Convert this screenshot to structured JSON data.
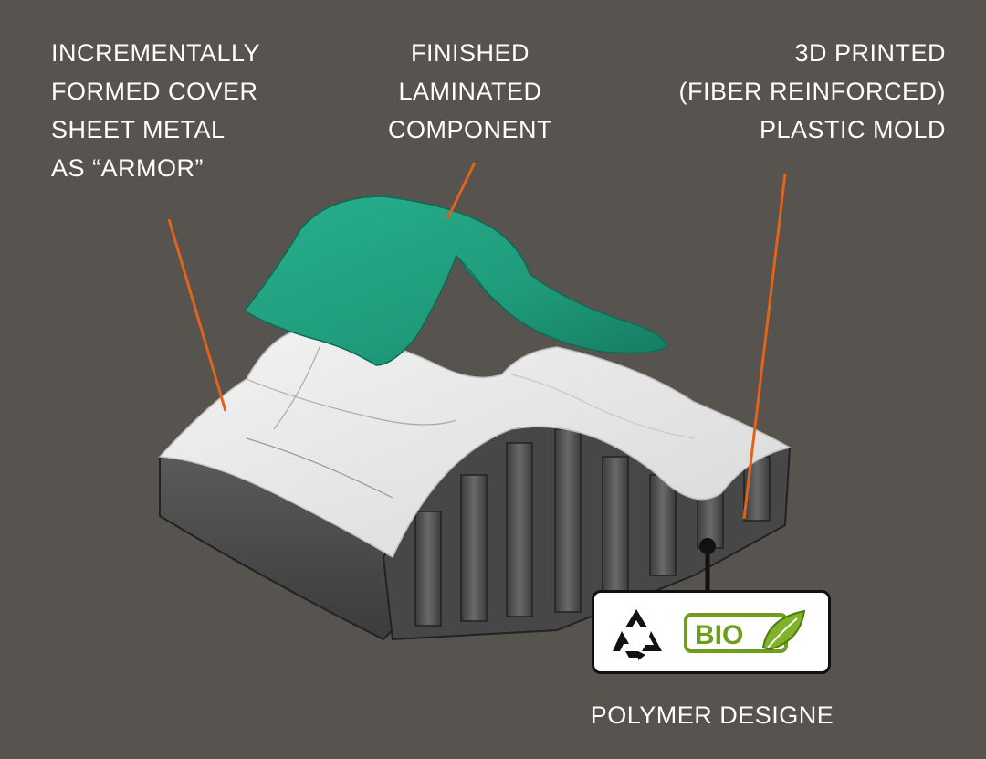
{
  "labels": {
    "left": [
      "INCREMENTALLY",
      "FORMED COVER",
      "SHEET METAL",
      "AS “ARMOR”"
    ],
    "center": [
      "FINISHED",
      "LAMINATED",
      "COMPONENT"
    ],
    "right": [
      "3D PRINTED",
      "(FIBER REINFORCED)",
      "PLASTIC MOLD"
    ],
    "bottom": "POLYMER DESIGNE"
  },
  "badge": {
    "icons": [
      "recycle-icon",
      "bio-leaf-icon"
    ],
    "bio_text": "BIO"
  },
  "colors": {
    "background": "#57534f",
    "leader_line": "#e2631a",
    "laminate": "#1f9b7c",
    "sheet_metal": "#e6e6e6",
    "mold": "#4a4a4a",
    "bio_green": "#6f9d1e"
  }
}
